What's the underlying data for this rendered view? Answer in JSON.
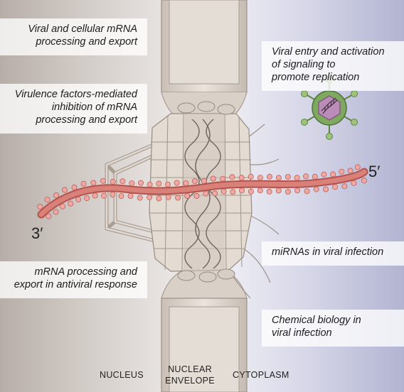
{
  "panels": {
    "viral_mrna": "Viral and cellular mRNA\nprocessing and export",
    "virulence": "Virulence factors-mediated\ninhibition of mRNA\nprocessing and export",
    "antiviral": "mRNA processing and\nexport in antiviral response",
    "viral_entry": "Viral entry and activation\nof signaling to\npromote replication",
    "mirnas": "miRNAs in viral infection",
    "chemical": "Chemical biology in\nviral infection"
  },
  "ends": {
    "three_prime": "3′",
    "five_prime": "5′"
  },
  "regions": {
    "nucleus": "NUCLEUS",
    "envelope": "NUCLEAR\nENVELOPE",
    "cytoplasm": "CYTOPLASM"
  },
  "colors": {
    "mrna": "#d98079",
    "bead": "#f2a8a2",
    "pore": "#ddd4cb",
    "membrane": "#d2c8c0",
    "virus_green": "#7fa860",
    "virus_core": "#b98db8"
  },
  "icons": [
    "nuclear-pore-complex",
    "mrna-strand",
    "virus-particle",
    "dna-helix"
  ]
}
